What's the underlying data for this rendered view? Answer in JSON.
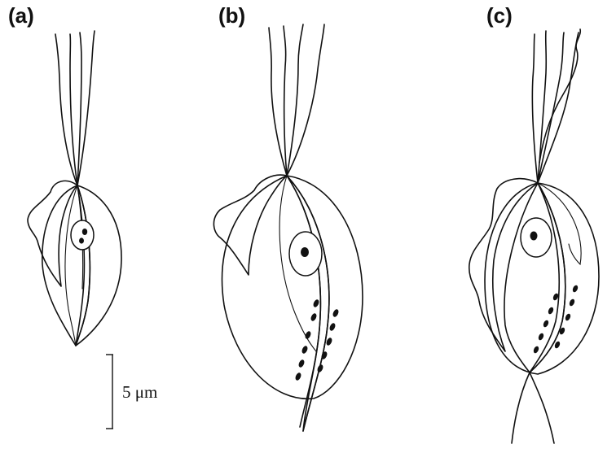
{
  "panels": [
    {
      "label": "(a)"
    },
    {
      "label": "(b)"
    },
    {
      "label": "(c)"
    }
  ],
  "scale_bar": {
    "label": "5 μm"
  }
}
